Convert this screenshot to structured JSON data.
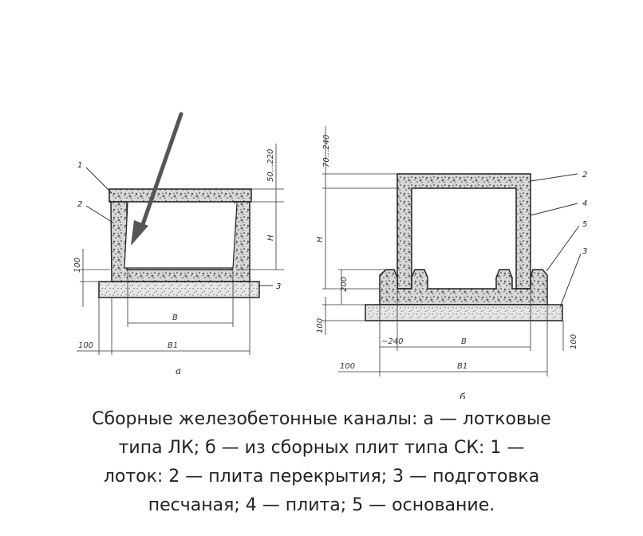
{
  "figure": {
    "left": {
      "callouts": [
        "1",
        "2",
        "3"
      ],
      "dims": {
        "top_thickness": "50...220",
        "height": "H",
        "base_100": "100",
        "inner_width": "B",
        "outer_width": "B1",
        "offset_100": "100"
      },
      "sublabel": "а"
    },
    "right": {
      "callouts": [
        "2",
        "4",
        "5",
        "3"
      ],
      "dims": {
        "top_thickness": "70...240",
        "height": "H",
        "h_200": "200",
        "base_100": "100",
        "offset_240": "~240",
        "inner_width": "B",
        "base_100_right": "100",
        "offset_100": "100",
        "outer_width": "B1"
      },
      "sublabel": "б"
    }
  },
  "caption": {
    "lines": [
      "Сборные железобетонные каналы: а — лотковые",
      "типа ЛК; б — из сборных плит типа СК: 1 —",
      "лоток: 2 — плита перекрытия; 3 — подготовка",
      "песчаная; 4 — плита; 5 — основание."
    ]
  }
}
